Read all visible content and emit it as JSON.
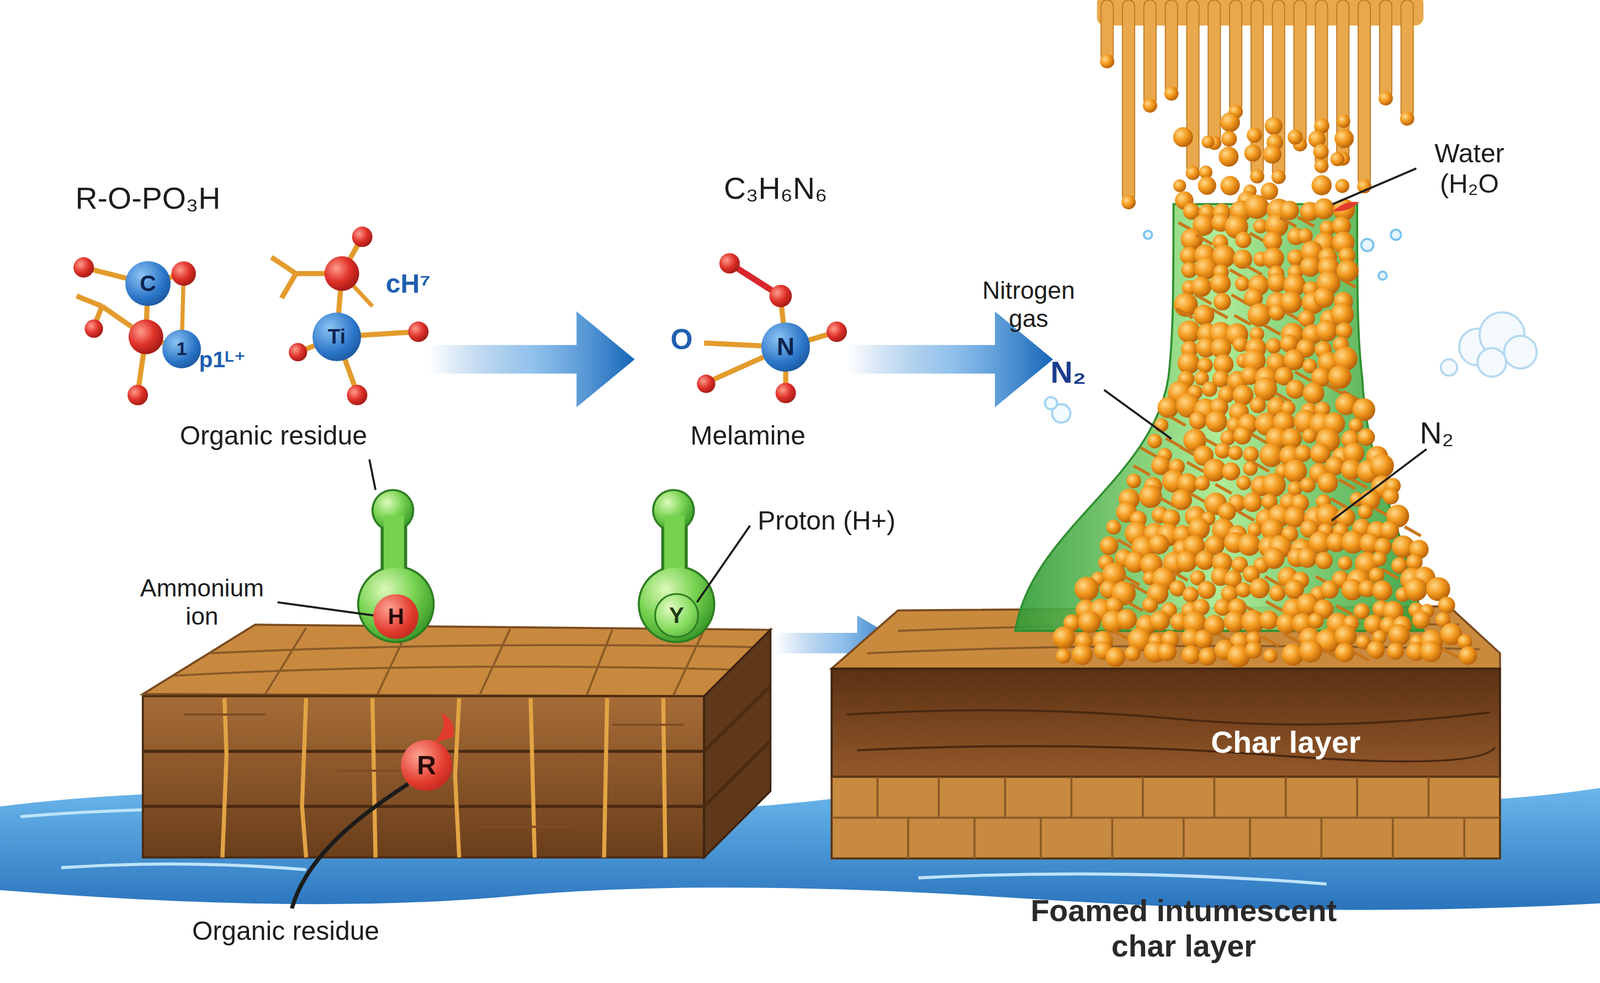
{
  "diagram": {
    "nodes": [
      {
        "text": [
          "C"
        ]
      },
      {
        "text": [
          "1"
        ]
      },
      {
        "text": [
          "Ti"
        ]
      },
      {
        "text": [
          "N"
        ]
      },
      {
        "text": [
          "H"
        ]
      },
      {
        "text": [
          "Y"
        ]
      },
      {
        "text": [
          "R"
        ]
      },
      {
        "text": [
          "Char layer"
        ]
      }
    ],
    "labels": [
      "R-O-PO₃H",
      "p1ᴸ⁺",
      "cH⁷",
      "Organic residue",
      "C₃H₆N₆",
      "O",
      "Melamine",
      "Nitrogen gas",
      "N₂",
      "Water (H₂O",
      "N₂",
      "Ammonium ion",
      "Proton (H+)",
      "Organic residue",
      "Foamed intumescent char layer"
    ]
  }
}
